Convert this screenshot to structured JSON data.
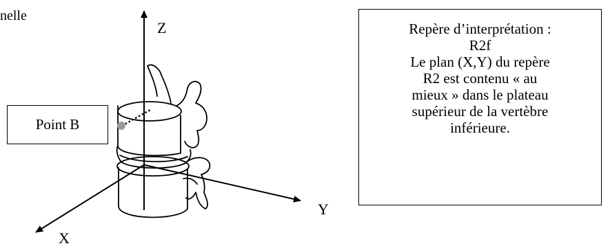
{
  "page": {
    "fragment_text": "nelle"
  },
  "axes": {
    "x_label": "X",
    "y_label": "Y",
    "z_label": "Z"
  },
  "point_label": "Point B",
  "info_box": {
    "lines": [
      "Repère d’interprétation :",
      "R2f",
      "Le plan (X,Y) du repère",
      "R2 est contenu « au",
      "mieux » dans le plateau",
      "supérieur de la vertèbre",
      "inférieure."
    ]
  },
  "colors": {
    "lines": "#000000",
    "point_marker": "#9a9a9a"
  }
}
